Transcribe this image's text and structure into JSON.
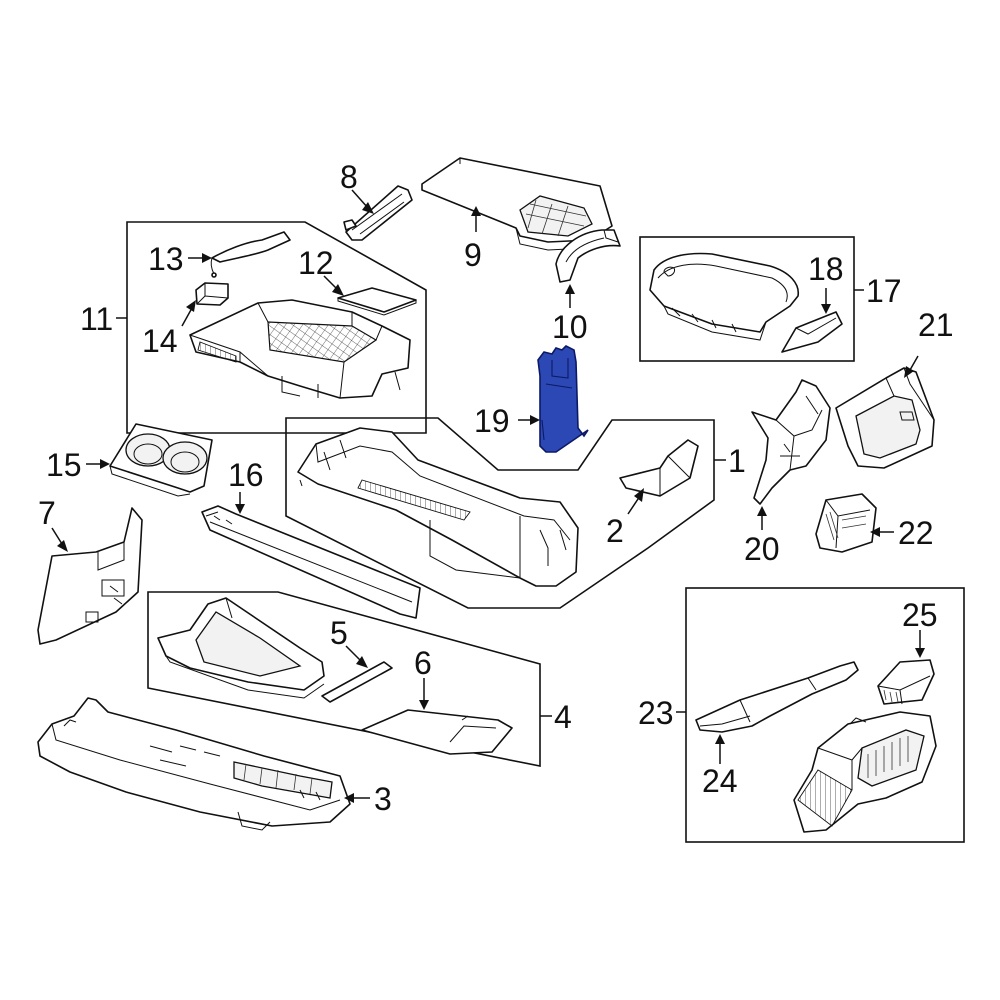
{
  "diagram": {
    "highlight_color": "#2b48b5",
    "highlighted_part": "19",
    "callouts": {
      "c1": "1",
      "c2": "2",
      "c3": "3",
      "c4": "4",
      "c5": "5",
      "c6": "6",
      "c7": "7",
      "c8": "8",
      "c9": "9",
      "c10": "10",
      "c11": "11",
      "c12": "12",
      "c13": "13",
      "c14": "14",
      "c15": "15",
      "c16": "16",
      "c17": "17",
      "c18": "18",
      "c19": "19",
      "c20": "20",
      "c21": "21",
      "c22": "22",
      "c23": "23",
      "c24": "24",
      "c25": "25"
    }
  }
}
